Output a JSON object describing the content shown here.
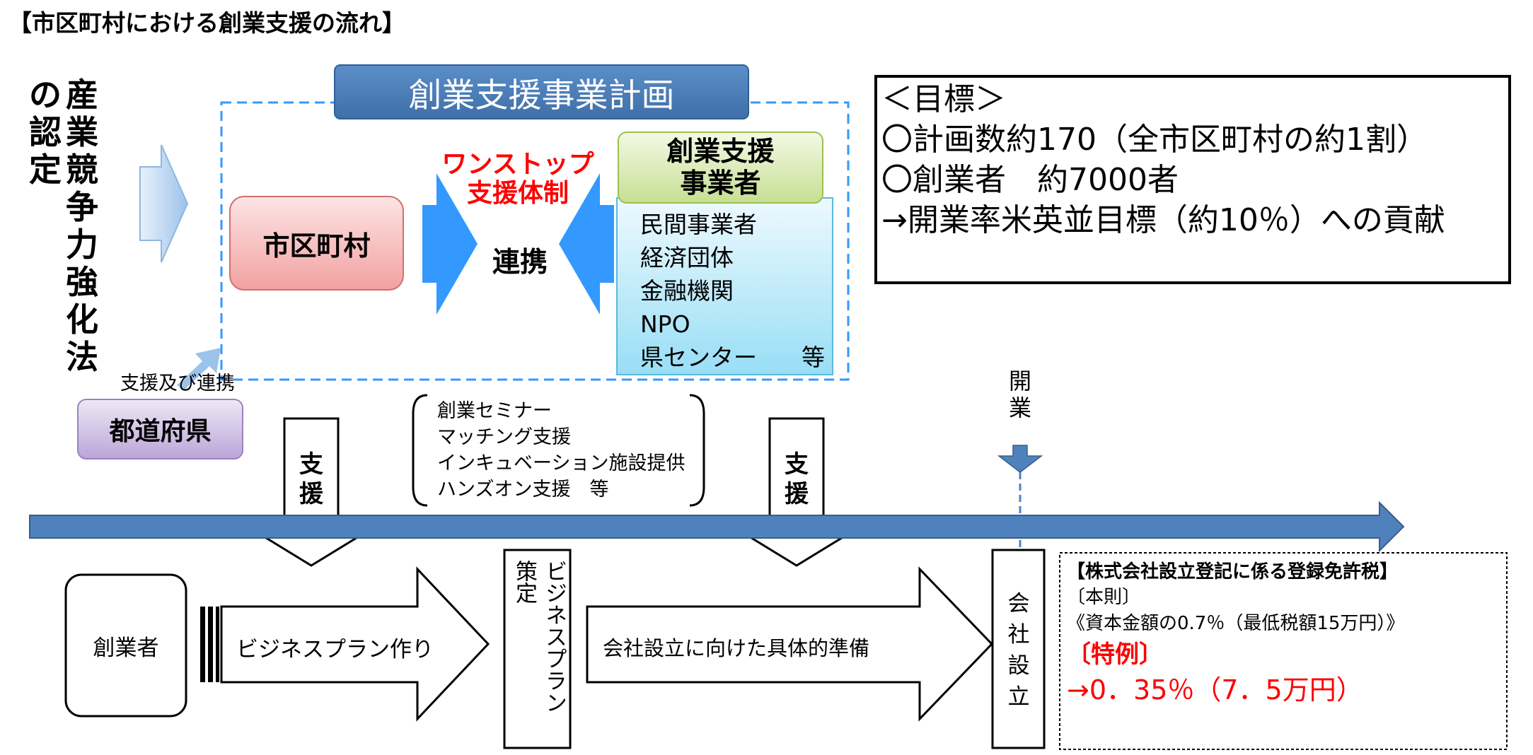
{
  "title": "【市区町村における創業支援の流れ】",
  "law": {
    "col_right": "産業競争力強化法",
    "col_left": "の認定"
  },
  "plan": {
    "title": "創業支援事業計画",
    "municipality": "市区町村",
    "one_stop": [
      "ワンストップ",
      "支援体制"
    ],
    "cooperation": "連携",
    "supporter_title": [
      "創業支援",
      "事業者"
    ],
    "members": [
      "民間事業者",
      "経済団体",
      "金融機関",
      "NPO",
      "県センター"
    ],
    "members_suffix": "等"
  },
  "prefecture": {
    "label": "都道府県",
    "caption": "支援及び連携"
  },
  "goal": {
    "heading": "＜目標＞",
    "lines": [
      "〇計画数約170（全市区町村の約1割）",
      "〇創業者　約7000者",
      "→開業率米英並目標（約10％）への貢献"
    ]
  },
  "support_arrow_label": "支援",
  "support_items": [
    "創業セミナー",
    "マッチング支援",
    "インキュベーション施設提供",
    "ハンズオン支援　等"
  ],
  "opening_label": "開業",
  "flow": {
    "founder": "創業者",
    "business_plan": "ビジネスプラン作り",
    "plan_formulation": [
      "ビジネスプラン",
      "策定"
    ],
    "preparation": "会社設立に向けた具体的準備",
    "establishment": "会社設立"
  },
  "tax": {
    "heading": "【株式会社設立登記に係る登録免許税】",
    "main_rule_label": "〔本則〕",
    "main_rule": "《資本金額の0.7％（最低税額15万円）》",
    "special_label": "〔特例〕",
    "special_value": "→0．35％（7．5万円）"
  },
  "colors": {
    "plan_header": "#4f81bd",
    "timeline": "#4f81bd",
    "municipality_fill": "#f4a8a8",
    "supporter_title_fill": "#d6e8a8",
    "supporter_list_fill": "#a8e4f8",
    "prefecture_fill": "#c9b8e0",
    "arrow_blue": "#3399ff",
    "accent_red": "#ff0000"
  }
}
